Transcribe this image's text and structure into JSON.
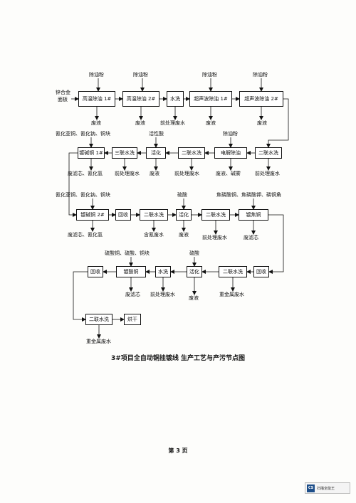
{
  "title": "3#项目全自动铜挂镀线 生产工艺与产污节点图",
  "page_number": "第 3 页",
  "scanner_badge": {
    "logo": "CS",
    "text": "扫描全能王"
  },
  "input_material": [
    "锌合金",
    "面板"
  ],
  "boxes": {
    "b1": "高温除油 1#",
    "b2": "高温除油 2#",
    "b3": "水洗",
    "b4": "超声波除油 1#",
    "b5": "超声波除油 2#",
    "b6": "二联水洗",
    "b7": "电解除油",
    "b8": "二联水洗",
    "b9": "活化",
    "b10": "三联水洗",
    "b11": "镀碱铜 1#",
    "b12": "镀碱铜 2#",
    "b13": "回收",
    "b14": "二联水洗",
    "b15": "活化",
    "b16": "二联水洗",
    "b17": "镀焦铜",
    "b18": "回收",
    "b19": "二联水洗",
    "b20": "活化",
    "b21": "水洗",
    "b22": "镀酸铜",
    "b23": "回收",
    "b24": "二联水洗",
    "b25": "烘干"
  },
  "inputs": {
    "i1": "除油粉",
    "i2": "除油粉",
    "i3": "除油粉",
    "i4": "除油粉",
    "i5": "除油粉",
    "i6": "活性酸",
    "i7": "氰化亚铜、氰化钠、铜块",
    "i8": "氰化亚铜、氰化钠、铜块",
    "i9": "硫酸",
    "i10": "焦磷酸铜、焦磷酸钾、磷铜角",
    "i11": "硫酸",
    "i12": "硫酸铜、硫酸、铜块"
  },
  "outputs": {
    "o1": "废液",
    "o2": "废液",
    "o3": "前处理废水",
    "o4": "废液",
    "o5": "废液",
    "o6": "前处理废水",
    "o7": "废液、碱雾",
    "o8": "前处理废水",
    "o9": "废液",
    "o10": "前处理废水",
    "o11": "废滤芯、氰化氢",
    "o12": "废滤芯、氰化氢",
    "o13": "含氰废水",
    "o14": "废液",
    "o15": "前处理废水",
    "o16": "废滤芯",
    "o17": "重金属废水",
    "o18": "废液",
    "o19": "前处理废水",
    "o20": "废滤芯",
    "o21": "重金属废水"
  }
}
